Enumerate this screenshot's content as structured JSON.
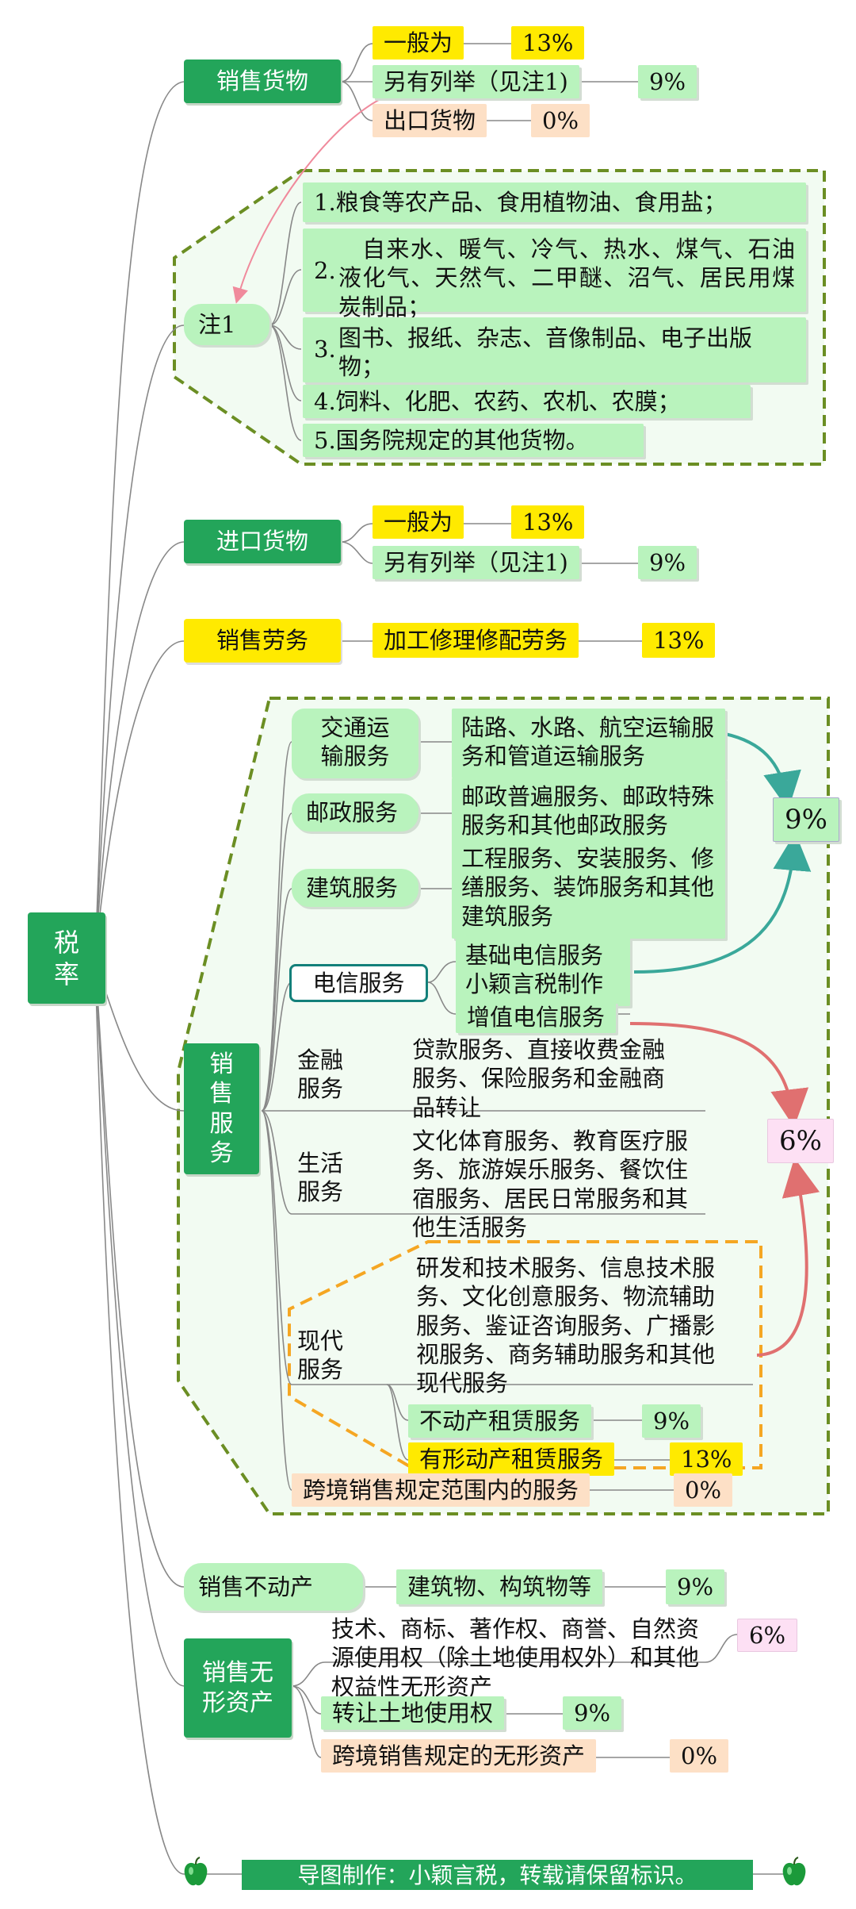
{
  "root": "税率",
  "sales_goods": {
    "title": "销售货物",
    "general": "一般为",
    "general_rate": "13%",
    "listed": "另有列举（见注1)",
    "listed_rate": "9%",
    "export": "出口货物",
    "export_rate": "0%"
  },
  "note1": {
    "title": "注1",
    "items": [
      "1.粮食等农产品、食用植物油、食用盐；",
      "自来水、暖气、冷气、热水、煤气、石油液化气、天然气、二甲醚、沼气、居民用煤炭制品；",
      "图书、报纸、杂志、音像制品、电子出版物；",
      "4.饲料、化肥、农药、农机、农膜；",
      "5.国务院规定的其他货物。"
    ],
    "num2": "2.",
    "num3": "3."
  },
  "import_goods": {
    "title": "进口货物",
    "general": "一般为",
    "general_rate": "13%",
    "listed": "另有列举（见注1)",
    "listed_rate": "9%"
  },
  "sales_labor": {
    "title": "销售劳务",
    "item": "加工修理修配劳务",
    "rate": "13%"
  },
  "sales_services": {
    "title": "销售服务",
    "transport": "交通运输服务",
    "transport_desc": "陆路、水路、航空运输服务和管道运输服务",
    "postal": "邮政服务",
    "postal_desc": "邮政普遍服务、邮政特殊服务和其他邮政服务",
    "construction": "建筑服务",
    "construction_desc": "工程服务、安装服务、修缮服务、装饰服务和其他建筑服务",
    "telecom": "电信服务",
    "telecom_basic": "基础电信服务 小颖言税制作",
    "telecom_value": "增值电信服务",
    "rate_9": "9%",
    "finance": "金融服务",
    "finance_desc": "贷款服务、直接收费金融服务、保险服务和金融商品转让",
    "life": "生活服务",
    "life_desc": "文化体育服务、教育医疗服务、旅游娱乐服务、餐饮住宿服务、居民日常服务和其他生活服务",
    "modern": "现代服务",
    "modern_desc": "研发和技术服务、信息技术服务、文化创意服务、物流辅助服务、鉴证咨询服务、广播影视服务、商务辅助服务和其他现代服务",
    "rate_6": "6%",
    "realestate_lease": "不动产租赁服务",
    "realestate_lease_rate": "9%",
    "tangible_lease": "有形动产租赁服务",
    "tangible_lease_rate": "13%",
    "cross_border": "跨境销售规定范围内的服务",
    "cross_border_rate": "0%"
  },
  "sales_realestate": {
    "title": "销售不动产",
    "item": "建筑物、构筑物等",
    "rate": "9%"
  },
  "sales_intangible": {
    "title": "销售无形资产",
    "desc": "技术、商标、著作权、商誉、自然资源使用权（除土地使用权外）和其他权益性无形资产",
    "desc_rate": "6%",
    "land": "转让土地使用权",
    "land_rate": "9%",
    "cross_border": "跨境销售规定的无形资产",
    "cross_border_rate": "0%"
  },
  "footer": "导图制作：小颖言税，转载请保留标识。",
  "colors": {
    "node_green": "#23a55a",
    "yellow": "#ffea00",
    "light_green": "#b9f3bd",
    "peach": "#fde0c6",
    "pink": "#fde0f4",
    "dash_olive": "#6b8e23",
    "dash_orange": "#f5a623",
    "teal_arrow": "#3aa89a",
    "red_arrow": "#e07070"
  },
  "icons": [
    "apple-icon"
  ]
}
